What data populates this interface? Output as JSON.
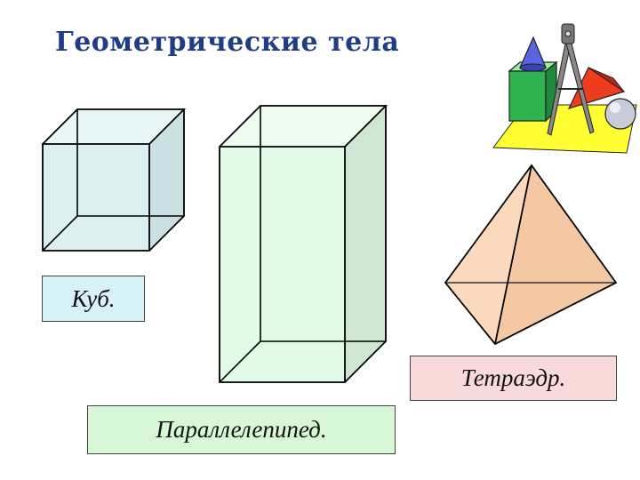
{
  "title": "Геометрические  тела",
  "labels": {
    "cube": "Куб.",
    "parallelepiped": "Параллелепипед.",
    "tetrahedron": "Тетраэдр."
  },
  "icons": {
    "clipart": "geometry-tools-clipart-icon"
  },
  "colors": {
    "title": "#1f3d86",
    "cube_fill": "#dff0f2",
    "parallelepiped_fill": "#e2fbe6",
    "tetrahedron_fill": "#f9d6b6",
    "cube_label_bg": "#d8f1f7",
    "parallelepiped_label_bg": "#d7f7d7",
    "tetrahedron_label_bg": "#f8dada"
  }
}
